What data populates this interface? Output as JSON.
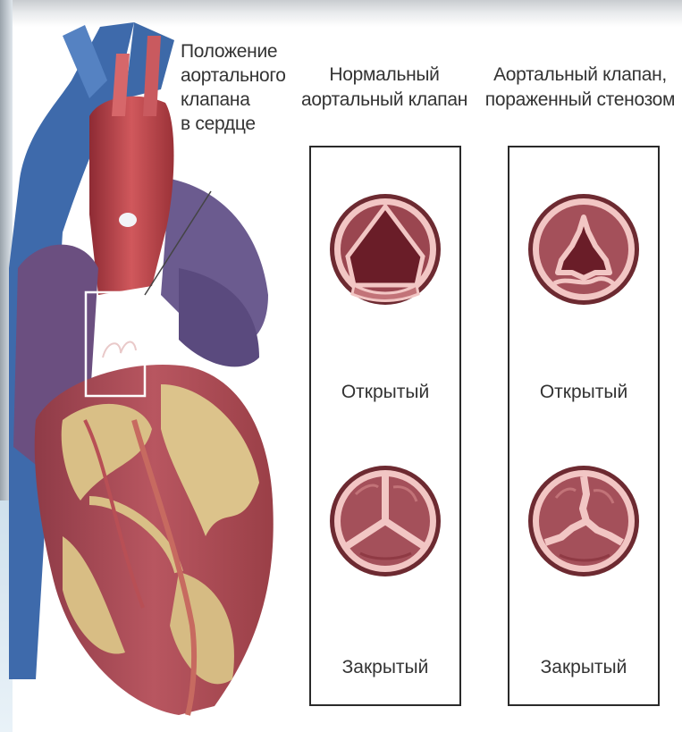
{
  "callout": {
    "line1": "Положение",
    "line2": "аортального",
    "line3": "клапана",
    "line4": "в сердце"
  },
  "columns": {
    "normal": {
      "header_line1": "Нормальный",
      "header_line2": "аортальный клапан",
      "open_label": "Открытый",
      "closed_label": "Закрытый"
    },
    "stenosis": {
      "header_line1": "Аортальный клапан,",
      "header_line2": "пораженный стенозом",
      "open_label": "Открытый",
      "closed_label": "Закрытый"
    }
  },
  "colors": {
    "valve_rim": "#f2c6c4",
    "valve_leaflet": "#a8515a",
    "valve_dark": "#6d1b26",
    "heart_red": "#b2373e",
    "heart_fat": "#d9c08a",
    "vein_blue": "#3f6fb0",
    "vein_purple": "#6b5a8e"
  }
}
